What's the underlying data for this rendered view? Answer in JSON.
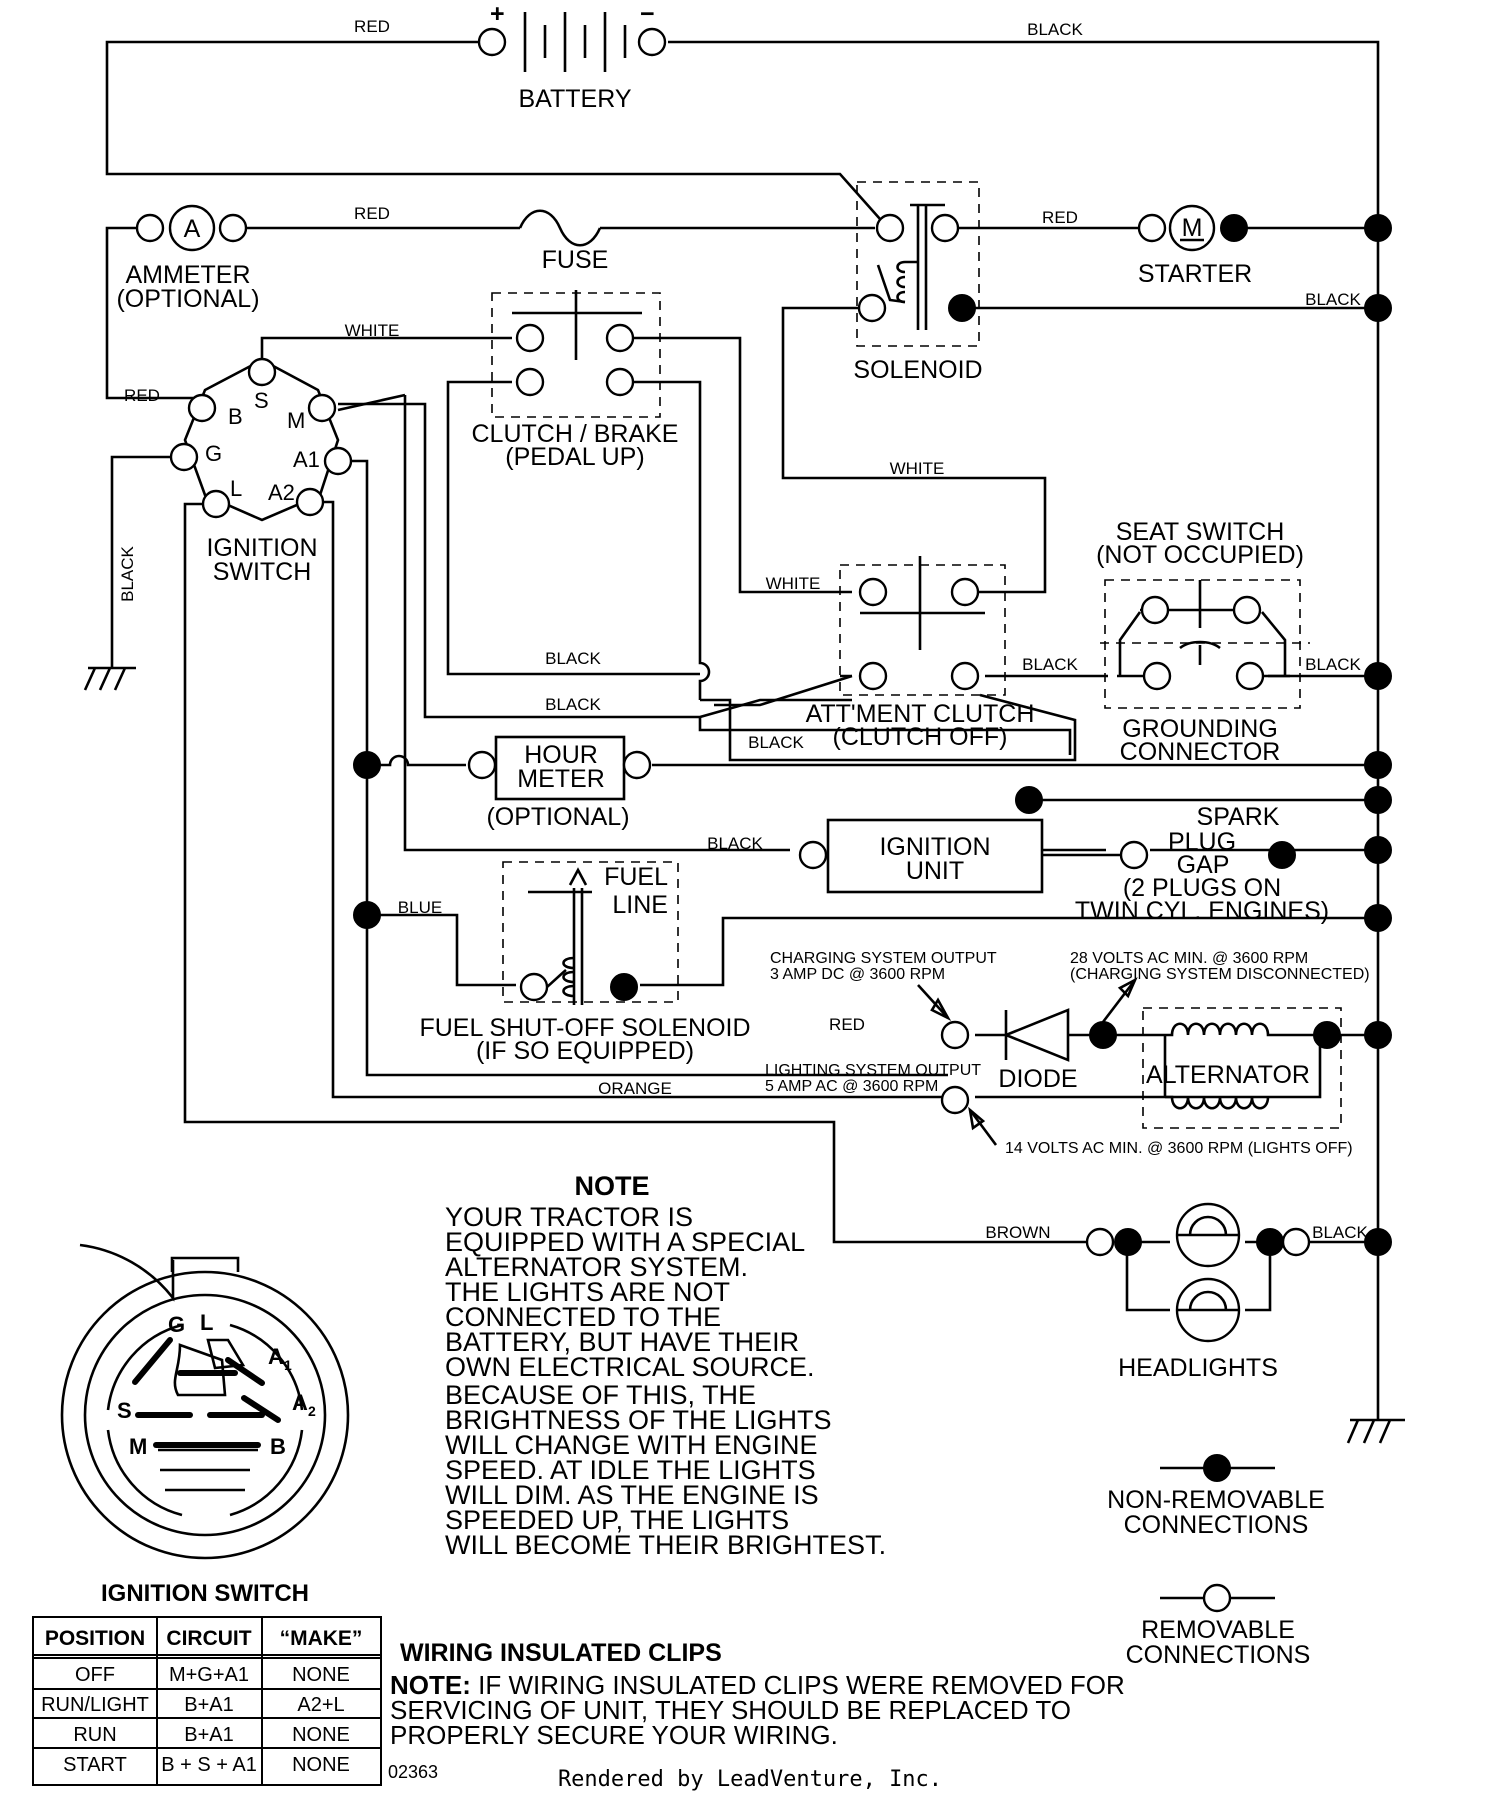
{
  "labels": {
    "battery": "BATTERY",
    "battery_plus": "+",
    "battery_minus": "−",
    "fuse": "FUSE",
    "ammeter_line1": "AMMETER",
    "ammeter_line2": "(OPTIONAL)",
    "ammeter_symbol": "A",
    "starter": "STARTER",
    "starter_symbol": "M",
    "solenoid": "SOLENOID",
    "clutch_brake_line1": "CLUTCH / BRAKE",
    "clutch_brake_line2": "(PEDAL UP)",
    "ignition_switch_line1": "IGNITION",
    "ignition_switch_line2": "SWITCH",
    "seat_switch_line1": "SEAT SWITCH",
    "seat_switch_line2": "(NOT OCCUPIED)",
    "grounding_line1": "GROUNDING",
    "grounding_line2": "CONNECTOR",
    "attment_line1": "ATT'MENT CLUTCH",
    "attment_line2": "(CLUTCH OFF)",
    "hour_meter_line1": "HOUR",
    "hour_meter_line2": "METER",
    "hour_meter_line3": "(OPTIONAL)",
    "ignition_unit_line1": "IGNITION",
    "ignition_unit_line2": "UNIT",
    "spark_line1": "SPARK",
    "spark_line2": "PLUG",
    "spark_line3": "GAP",
    "spark_line4": "(2 PLUGS ON",
    "spark_line5": "TWIN CYL. ENGINES)",
    "fuel_line1": "FUEL",
    "fuel_line2": "LINE",
    "fuel_solenoid_line1": "FUEL SHUT-OFF SOLENOID",
    "fuel_solenoid_line2": "(IF SO EQUIPPED)",
    "charging_line1": "CHARGING SYSTEM OUTPUT",
    "charging_line2": "3 AMP DC @ 3600 RPM",
    "volts28_line1": "28 VOLTS AC MIN. @ 3600 RPM",
    "volts28_line2": "(CHARGING SYSTEM DISCONNECTED)",
    "diode": "DIODE",
    "alternator": "ALTERNATOR",
    "lighting_line1": "LIGHTING SYSTEM OUTPUT",
    "lighting_line2": "5 AMP AC @ 3600 RPM",
    "volts14": "14 VOLTS AC MIN. @ 3600 RPM (LIGHTS OFF)",
    "headlights": "HEADLIGHTS",
    "non_removable_line1": "NON-REMOVABLE",
    "non_removable_line2": "CONNECTIONS",
    "removable_line1": "REMOVABLE",
    "removable_line2": "CONNECTIONS",
    "ignition_switch_title": "IGNITION SWITCH",
    "diagram_id": "02363",
    "footer": "Rendered by LeadVenture, Inc."
  },
  "pins": {
    "B": "B",
    "S": "S",
    "M": "M",
    "G": "G",
    "L": "L",
    "A1": "A1",
    "A2": "A2",
    "face_G": "G",
    "face_L": "L",
    "face_A": "A",
    "face_A1_sub": "1",
    "face_A2_sub": "2",
    "face_S": "S",
    "face_M": "M",
    "face_B": "B"
  },
  "wires": {
    "red": "RED",
    "black": "BLACK",
    "white": "WHITE",
    "blue": "BLUE",
    "orange": "ORANGE",
    "brown": "BROWN"
  },
  "note": {
    "title": "NOTE",
    "lines": [
      "YOUR TRACTOR IS",
      "EQUIPPED WITH A SPECIAL",
      "ALTERNATOR SYSTEM.",
      "THE LIGHTS ARE NOT",
      "CONNECTED TO THE",
      "BATTERY, BUT HAVE THEIR",
      "OWN ELECTRICAL SOURCE.",
      "BECAUSE OF THIS, THE",
      "BRIGHTNESS OF THE LIGHTS",
      "WILL CHANGE WITH ENGINE",
      "SPEED.  AT IDLE THE LIGHTS",
      "WILL DIM.  AS THE ENGINE IS",
      "SPEEDED UP, THE LIGHTS",
      "WILL BECOME THEIR BRIGHTEST."
    ]
  },
  "clips_note": {
    "title": "WIRING INSULATED CLIPS",
    "prefix": "NOTE:",
    "line1": " IF WIRING INSULATED CLIPS WERE REMOVED FOR",
    "line2": "SERVICING OF UNIT, THEY SHOULD BE REPLACED TO",
    "line3": "PROPERLY SECURE YOUR WIRING."
  },
  "switch_table": {
    "headers": [
      "POSITION",
      "CIRCUIT",
      "“MAKE”"
    ],
    "rows": [
      [
        "OFF",
        "M+G+A1",
        "NONE"
      ],
      [
        "RUN/LIGHT",
        "B+A1",
        "A2+L"
      ],
      [
        "RUN",
        "B+A1",
        "NONE"
      ],
      [
        "START",
        "B + S + A1",
        "NONE"
      ]
    ]
  }
}
